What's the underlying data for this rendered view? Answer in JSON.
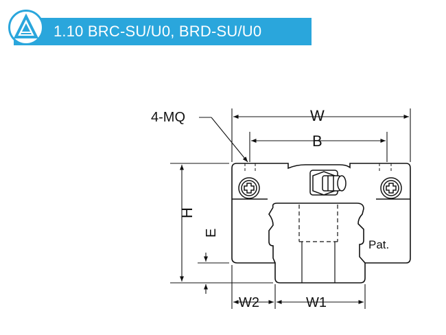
{
  "header": {
    "title": "1.10 BRC-SU/U0, BRD-SU/U0",
    "accent_color": "#2aa6dc",
    "logo_icon": "triangle-a-logo-icon"
  },
  "drawing": {
    "labels": {
      "mounting_holes": "4-MQ",
      "width": "W",
      "hole_spacing": "B",
      "height": "H",
      "clearance": "E",
      "side_offset": "W2",
      "rail_width": "W1",
      "patent_mark": "Pat."
    },
    "icons": [
      "grease-nipple-icon",
      "screw-head-icon"
    ]
  }
}
